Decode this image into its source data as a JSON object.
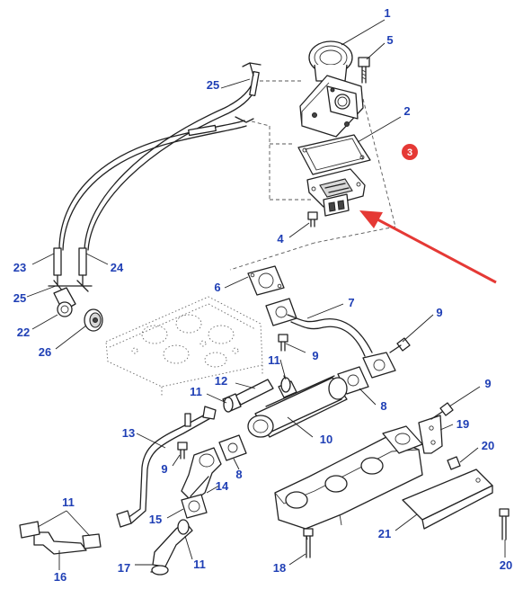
{
  "colors": {
    "label": "#1f3fb5",
    "highlight_arrow": "#e53935",
    "badge": "#e53935",
    "line": "#222222"
  },
  "highlight": {
    "badge_text": "3",
    "arrow": "pointing-to-part-3"
  },
  "callouts": [
    {
      "id": "c1",
      "text": "1"
    },
    {
      "id": "c5",
      "text": "5"
    },
    {
      "id": "c25a",
      "text": "25"
    },
    {
      "id": "c2",
      "text": "2"
    },
    {
      "id": "c4",
      "text": "4"
    },
    {
      "id": "c23",
      "text": "23"
    },
    {
      "id": "c24",
      "text": "24"
    },
    {
      "id": "c25b",
      "text": "25"
    },
    {
      "id": "c6",
      "text": "6"
    },
    {
      "id": "c7",
      "text": "7"
    },
    {
      "id": "c9a",
      "text": "9"
    },
    {
      "id": "c22",
      "text": "22"
    },
    {
      "id": "c26",
      "text": "26"
    },
    {
      "id": "c9b",
      "text": "9"
    },
    {
      "id": "c11a",
      "text": "11"
    },
    {
      "id": "c12",
      "text": "12"
    },
    {
      "id": "c8a",
      "text": "8"
    },
    {
      "id": "c11b",
      "text": "11"
    },
    {
      "id": "c9c",
      "text": "9"
    },
    {
      "id": "c13",
      "text": "13"
    },
    {
      "id": "c10",
      "text": "10"
    },
    {
      "id": "c19",
      "text": "19"
    },
    {
      "id": "c9d",
      "text": "9"
    },
    {
      "id": "c8b",
      "text": "8"
    },
    {
      "id": "c20a",
      "text": "20"
    },
    {
      "id": "c14",
      "text": "14"
    },
    {
      "id": "c11c",
      "text": "11"
    },
    {
      "id": "c15",
      "text": "15"
    },
    {
      "id": "c21",
      "text": "21"
    },
    {
      "id": "c16",
      "text": "16"
    },
    {
      "id": "c17",
      "text": "17"
    },
    {
      "id": "c11d",
      "text": "11"
    },
    {
      "id": "c18",
      "text": "18"
    },
    {
      "id": "c20b",
      "text": "20"
    }
  ]
}
